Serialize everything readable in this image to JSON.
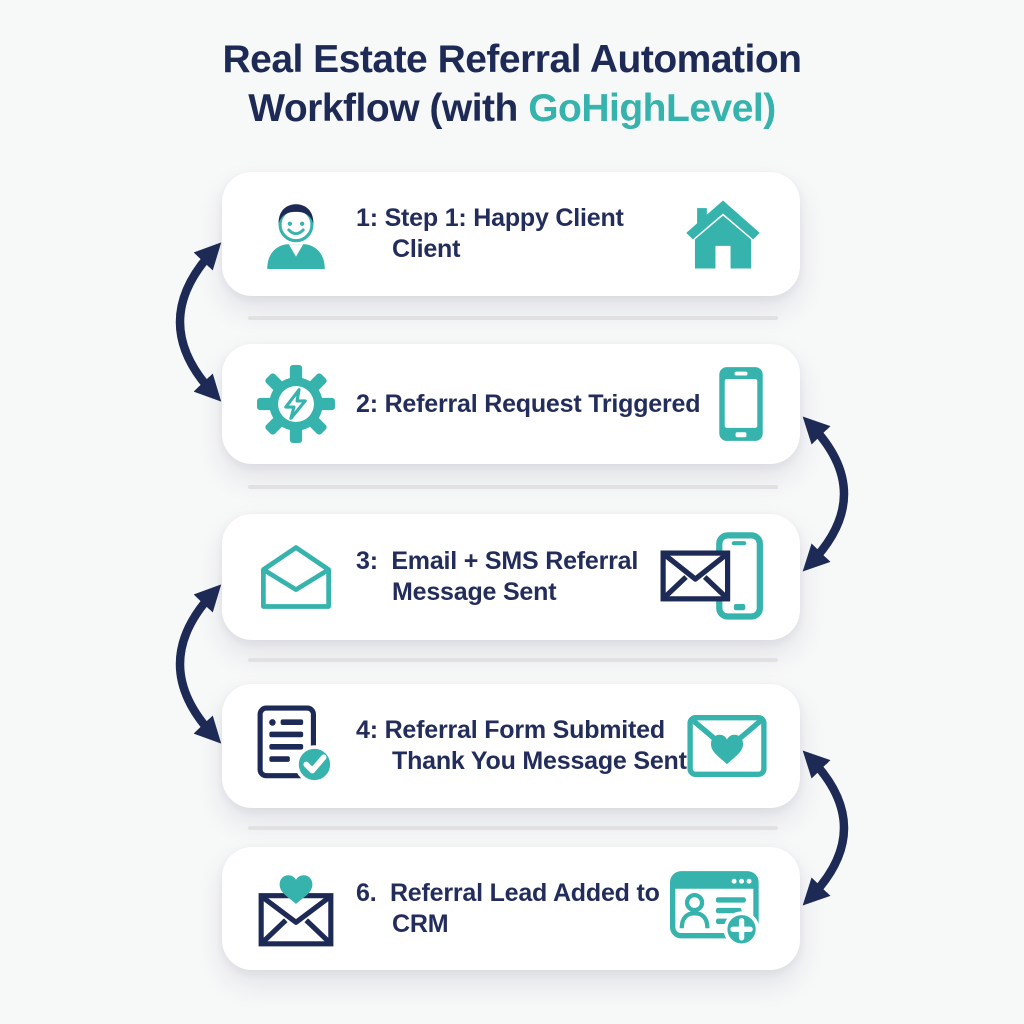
{
  "title": {
    "line1": "Real Estate Referral Automation",
    "line2_part1": "Workflow ",
    "line2_paren": "(with ",
    "line2_brand": "GoHighLevel",
    "line2_close": ")"
  },
  "colors": {
    "navy": "#1e2a56",
    "teal": "#36b3ac",
    "card_bg": "#ffffff",
    "page_bg": "#f7f8f8",
    "divider": "#e1e1e4"
  },
  "steps": [
    {
      "id": "1",
      "line1": "1: Step 1: Happy Client",
      "line2": "Client",
      "left_icon": "happy-client-icon",
      "right_icon": "house-icon"
    },
    {
      "id": "2",
      "line1": "2: Referral Request Triggered",
      "line2": "",
      "left_icon": "gear-lightning-icon",
      "right_icon": "smartphone-icon"
    },
    {
      "id": "3",
      "line1": "3:  Email + SMS Referral",
      "line2": "Message Sent",
      "left_icon": "open-envelope-icon",
      "right_icon": "email-sms-icon"
    },
    {
      "id": "4",
      "line1": "4: Referral Form Submited",
      "line2": "Thank You Message Sent",
      "left_icon": "document-check-icon",
      "right_icon": "heart-envelope-icon"
    },
    {
      "id": "5",
      "line1": "6.  Referral Lead Added to",
      "line2": "CRM",
      "left_icon": "envelope-heart-icon",
      "right_icon": "crm-add-contact-icon"
    }
  ],
  "connectors": [
    {
      "side": "left",
      "between": "step-1-and-step-2",
      "style": "curved-double-arrow"
    },
    {
      "side": "right",
      "between": "step-2-and-step-3",
      "style": "curved-double-arrow"
    },
    {
      "side": "left",
      "between": "step-3-and-step-4",
      "style": "curved-double-arrow"
    },
    {
      "side": "right",
      "between": "step-4-and-step-5",
      "style": "curved-double-arrow"
    }
  ]
}
